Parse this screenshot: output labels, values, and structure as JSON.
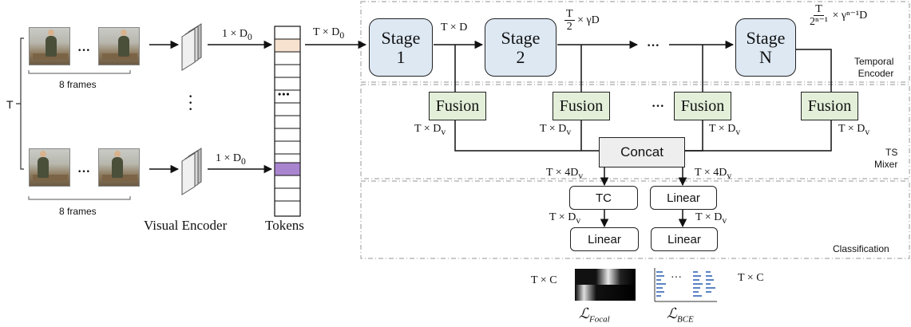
{
  "frames": {
    "group_label": "8 frames",
    "time_label": "T",
    "dots": "···"
  },
  "encoder": {
    "label": "Visual Encoder",
    "embed_dim_top": "1 × D",
    "embed_dim_bottom": "1 × D",
    "sub": "0"
  },
  "tokens": {
    "label": "Tokens",
    "dots": "•••",
    "seq_dim": "T × D",
    "seq_dim_sub": "0"
  },
  "temporal_encoder": {
    "section_label": "Temporal\nEncoder",
    "stages": [
      {
        "title": "Stage",
        "index": "1"
      },
      {
        "title": "Stage",
        "index": "2"
      },
      {
        "title": "Stage",
        "index": "N"
      }
    ],
    "stage1_out": "T × D",
    "stage2_out_num": "T",
    "stage2_out_den": "2",
    "stage2_out_rest": "× γD",
    "stageN_num": "T",
    "stageN_den": "2ⁿ⁻¹",
    "stageN_rest": "× γⁿ⁻¹D",
    "ellipsis": "···"
  },
  "ts_mixer": {
    "section_label": "TS\nMixer",
    "fusion_label": "Fusion",
    "fusion_dim": "T × D",
    "fusion_dim_sub": "v",
    "concat_label": "Concat",
    "concat_out": "T × 4D",
    "concat_out_sub": "v",
    "ellipsis": "···"
  },
  "classification": {
    "section_label": "Classification",
    "left": {
      "first": "TC",
      "mid_dim": "T × D",
      "mid_sub": "v",
      "second": "Linear"
    },
    "right": {
      "first": "Linear",
      "mid_dim": "T × D",
      "mid_sub": "v",
      "second": "Linear"
    },
    "out_left": "T × C",
    "out_right": "T × C",
    "loss_focal": "Focal",
    "loss_bce": "BCE",
    "loss_symbol": "ℒ"
  }
}
